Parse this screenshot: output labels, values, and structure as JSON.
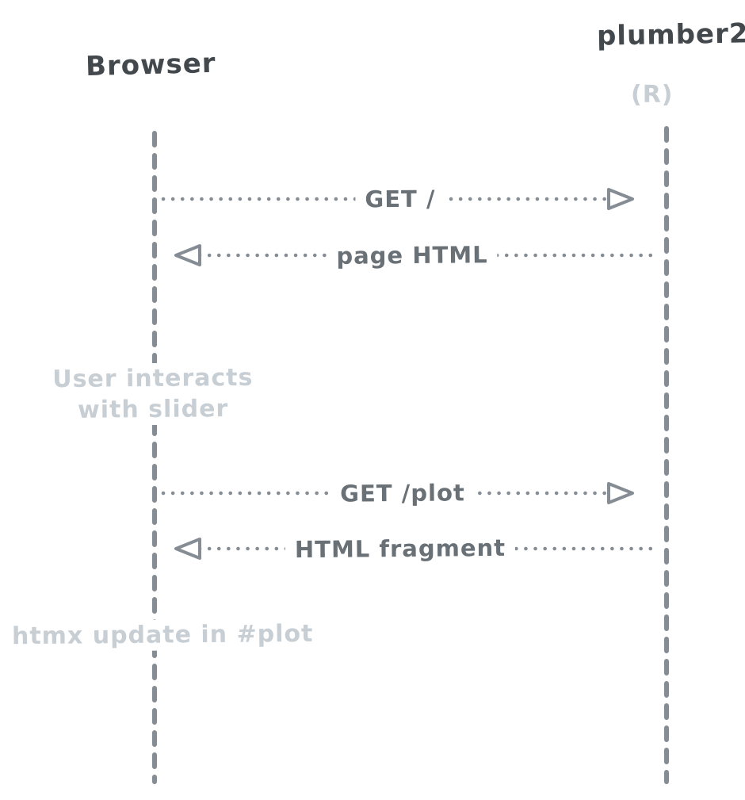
{
  "diagram": {
    "type": "sequence",
    "actors": [
      {
        "name": "Browser",
        "sub": ""
      },
      {
        "name": "plumber2",
        "sub": "(R)"
      }
    ],
    "messages": [
      {
        "label": "GET /",
        "from": "Browser",
        "to": "plumber2",
        "direction": "right",
        "style": "dotted"
      },
      {
        "label": "page HTML",
        "from": "plumber2",
        "to": "Browser",
        "direction": "left",
        "style": "dotted"
      },
      {
        "label": "GET /plot",
        "from": "Browser",
        "to": "plumber2",
        "direction": "right",
        "style": "dotted"
      },
      {
        "label": "HTML fragment",
        "from": "plumber2",
        "to": "Browser",
        "direction": "left",
        "style": "dotted"
      }
    ],
    "notes": [
      {
        "text": "User interacts with slider"
      },
      {
        "text": "htmx update in #plot"
      }
    ],
    "colors": {
      "line": "#858c93",
      "message_text": "#697076",
      "actor_text": "#43484d",
      "muted_text": "#c7ced4",
      "background": "#ffffff"
    }
  }
}
